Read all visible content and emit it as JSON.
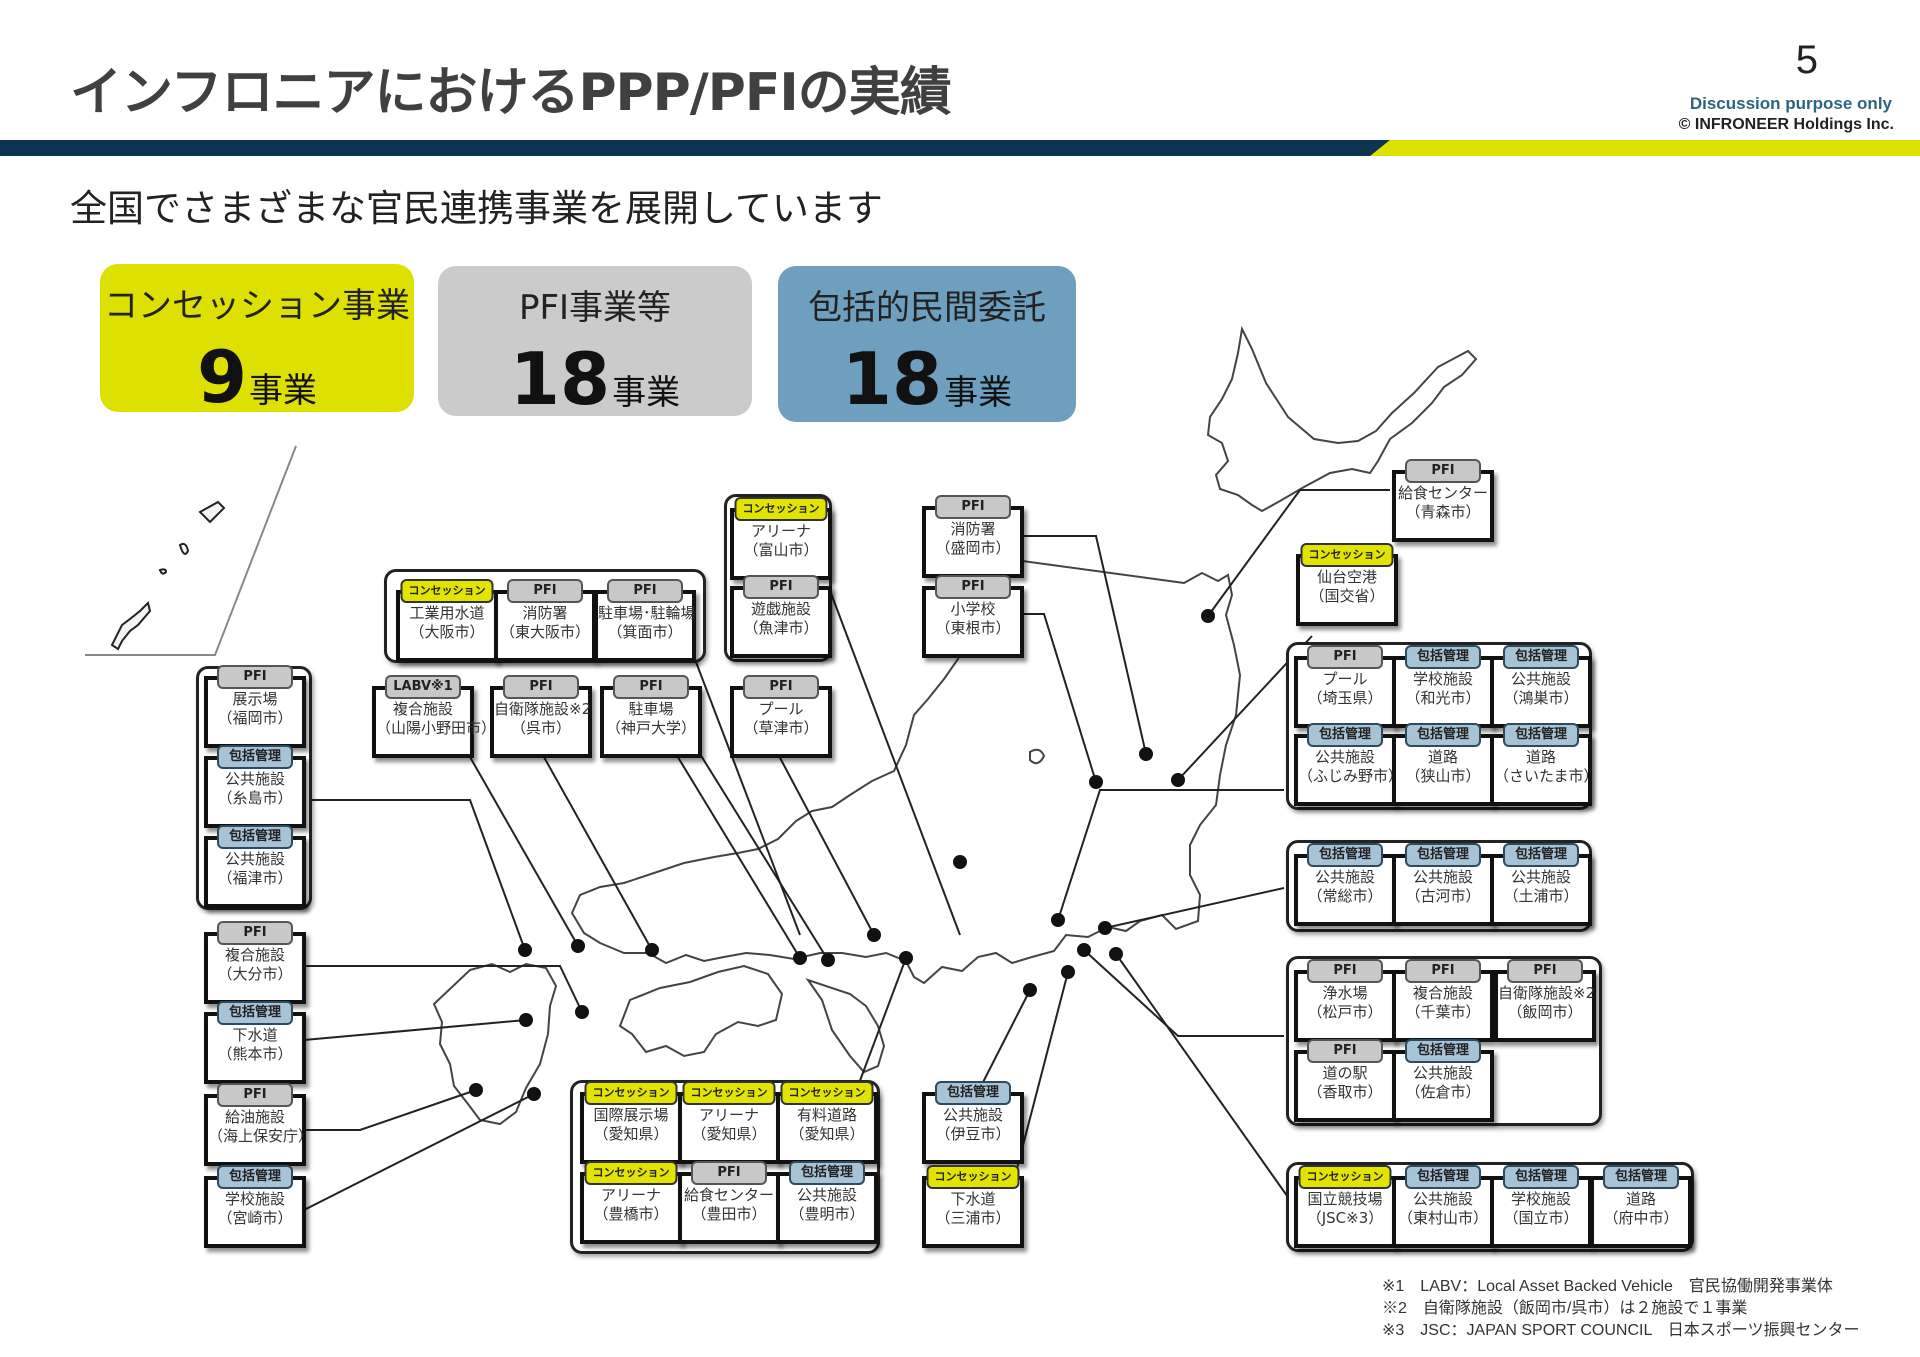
{
  "header": {
    "title": "インフロニアにおけるPPP/PFIの実績",
    "page_number": "5",
    "disclaimer": "Discussion purpose only",
    "copyright": "© INFRONEER Holdings Inc."
  },
  "subtitle": "全国でさまざまな官民連携事業を展開しています",
  "summary": [
    {
      "label": "コンセッション事業",
      "count": "9",
      "unit": "事業",
      "color": "#dde000"
    },
    {
      "label": "PFI事業等",
      "count": "18",
      "unit": "事業",
      "color": "#cbcbcb"
    },
    {
      "label": "包括的民間委託",
      "count": "18",
      "unit": "事業",
      "color": "#6f9fbf"
    }
  ],
  "tag_labels": {
    "pfi": "PFI",
    "con": "コンセッション",
    "hok": "包括管理",
    "labv": "LABV※1"
  },
  "projects": [
    {
      "id": "fukuoka",
      "tag": "pfi",
      "name": "展示場",
      "place": "（福岡市）"
    },
    {
      "id": "itoshima",
      "tag": "hok",
      "name": "公共施設",
      "place": "（糸島市）"
    },
    {
      "id": "fukutsu",
      "tag": "hok",
      "name": "公共施設",
      "place": "（福津市）"
    },
    {
      "id": "oita",
      "tag": "pfi",
      "name": "複合施設",
      "place": "（大分市）"
    },
    {
      "id": "kumamoto",
      "tag": "hok",
      "name": "下水道",
      "place": "（熊本市）"
    },
    {
      "id": "kaijo",
      "tag": "pfi",
      "name": "給油施設",
      "place": "（海上保安庁）"
    },
    {
      "id": "miyazaki",
      "tag": "hok",
      "name": "学校施設",
      "place": "（宮崎市）"
    },
    {
      "id": "osaka",
      "tag": "con",
      "name": "工業用水道",
      "place": "（大阪市）"
    },
    {
      "id": "higashiosaka",
      "tag": "pfi",
      "name": "消防署",
      "place": "（東大阪市）"
    },
    {
      "id": "minoh",
      "tag": "pfi",
      "name": "駐車場･駐輪場",
      "place": "（箕面市）"
    },
    {
      "id": "sanyo",
      "tag": "labv",
      "name": "複合施設",
      "place": "（山陽小野田市）"
    },
    {
      "id": "kure",
      "tag": "pfi",
      "name": "自衛隊施設※2",
      "place": "（呉市）"
    },
    {
      "id": "kobe",
      "tag": "pfi",
      "name": "駐車場",
      "place": "（神戸大学）"
    },
    {
      "id": "toyama",
      "tag": "con",
      "name": "アリーナ",
      "place": "（富山市）"
    },
    {
      "id": "uozu",
      "tag": "pfi",
      "name": "遊戯施設",
      "place": "（魚津市）"
    },
    {
      "id": "kusatsu",
      "tag": "pfi",
      "name": "プール",
      "place": "（草津市）"
    },
    {
      "id": "morioka",
      "tag": "pfi",
      "name": "消防署",
      "place": "（盛岡市）"
    },
    {
      "id": "higashine",
      "tag": "pfi",
      "name": "小学校",
      "place": "（東根市）"
    },
    {
      "id": "aomori",
      "tag": "pfi",
      "name": "給食センター",
      "place": "（青森市）"
    },
    {
      "id": "sendai",
      "tag": "con",
      "name": "仙台空港",
      "place": "（国交省）"
    },
    {
      "id": "saitama_pref",
      "tag": "pfi",
      "name": "プール",
      "place": "（埼玉県）"
    },
    {
      "id": "wako",
      "tag": "hok",
      "name": "学校施設",
      "place": "（和光市）"
    },
    {
      "id": "konosu",
      "tag": "hok",
      "name": "公共施設",
      "place": "（鴻巣市）"
    },
    {
      "id": "fujimino",
      "tag": "hok",
      "name": "公共施設",
      "place": "（ふじみ野市）"
    },
    {
      "id": "sayama",
      "tag": "hok",
      "name": "道路",
      "place": "（狭山市）"
    },
    {
      "id": "saitama_city",
      "tag": "hok",
      "name": "道路",
      "place": "（さいたま市）"
    },
    {
      "id": "joso",
      "tag": "hok",
      "name": "公共施設",
      "place": "（常総市）"
    },
    {
      "id": "koga",
      "tag": "hok",
      "name": "公共施設",
      "place": "（古河市）"
    },
    {
      "id": "tsuchiura",
      "tag": "hok",
      "name": "公共施設",
      "place": "（土浦市）"
    },
    {
      "id": "matsudo",
      "tag": "pfi",
      "name": "浄水場",
      "place": "（松戸市）"
    },
    {
      "id": "chiba",
      "tag": "pfi",
      "name": "複合施設",
      "place": "（千葉市）"
    },
    {
      "id": "iiooka",
      "tag": "pfi",
      "name": "自衛隊施設※2",
      "place": "（飯岡市）"
    },
    {
      "id": "katori",
      "tag": "pfi",
      "name": "道の駅",
      "place": "（香取市）"
    },
    {
      "id": "sakura",
      "tag": "hok",
      "name": "公共施設",
      "place": "（佐倉市）"
    },
    {
      "id": "aichi_expo",
      "tag": "con",
      "name": "国際展示場",
      "place": "（愛知県）"
    },
    {
      "id": "aichi_arena",
      "tag": "con",
      "name": "アリーナ",
      "place": "（愛知県）"
    },
    {
      "id": "aichi_road",
      "tag": "con",
      "name": "有料道路",
      "place": "（愛知県）"
    },
    {
      "id": "toyohashi",
      "tag": "con",
      "name": "アリーナ",
      "place": "（豊橋市）"
    },
    {
      "id": "toyota",
      "tag": "pfi",
      "name": "給食センター",
      "place": "（豊田市）"
    },
    {
      "id": "toyoake",
      "tag": "hok",
      "name": "公共施設",
      "place": "（豊明市）"
    },
    {
      "id": "izu",
      "tag": "hok",
      "name": "公共施設",
      "place": "（伊豆市）"
    },
    {
      "id": "miura",
      "tag": "con",
      "name": "下水道",
      "place": "（三浦市）"
    },
    {
      "id": "jsc",
      "tag": "con",
      "name": "国立競技場",
      "place": "（JSC※3）"
    },
    {
      "id": "higashimurayama",
      "tag": "hok",
      "name": "公共施設",
      "place": "（東村山市）"
    },
    {
      "id": "kunitachi",
      "tag": "hok",
      "name": "学校施設",
      "place": "（国立市）"
    },
    {
      "id": "fuchu",
      "tag": "hok",
      "name": "道路",
      "place": "（府中市）"
    }
  ],
  "footnotes": [
    "※1　LABV：Local Asset Backed Vehicle　官民協働開発事業体",
    "※2　自衛隊施設（飯岡市/呉市）は２施設で１事業",
    "※3　JSC：JAPAN SPORT COUNCIL　日本スポーツ振興センター"
  ],
  "colors": {
    "navy": "#0d3550",
    "lime": "#dde000",
    "grey": "#cbcbcb",
    "blue": "#6f9fbf"
  }
}
